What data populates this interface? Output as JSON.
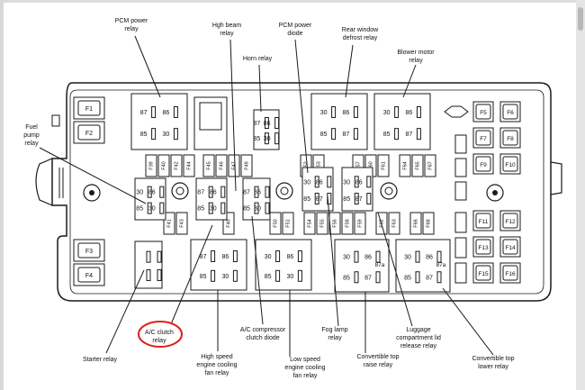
{
  "callouts": {
    "pcm_power_relay": [
      "PCM power",
      "relay"
    ],
    "high_beam_relay": [
      "Hgh beam",
      "relay"
    ],
    "pcm_power_diode": [
      "PCM power",
      "diode"
    ],
    "rear_window_defrost_relay": [
      "Rear window",
      "defrost relay"
    ],
    "blower_motor_relay": [
      "Blower motor",
      "relay"
    ],
    "horn_relay": [
      "Horn relay"
    ],
    "fuel_pump_relay": [
      "Fuel",
      "pump",
      "relay"
    ],
    "ac_clutch_relay": [
      "A/C clutch",
      "relay"
    ],
    "starter_relay": [
      "Starter relay"
    ],
    "high_speed_fan_relay": [
      "High speed",
      "engine cooling",
      "fan relay"
    ],
    "ac_compressor_clutch_diode": [
      "A/C compressor",
      "clutch diode"
    ],
    "low_speed_fan_relay": [
      "Low speed",
      "engine cooling",
      "fan relay"
    ],
    "fog_lamp_relay": [
      "Fog lamp",
      "relay"
    ],
    "convertible_top_raise_relay": [
      "Convertible top",
      "raise relay"
    ],
    "luggage_lid_release_relay": [
      "Luggage",
      "compartment lid",
      "release relay"
    ],
    "convertible_top_lower_relay": [
      "Convertible top",
      "lower relay"
    ]
  },
  "fuse_labels": {
    "left_top": [
      "F1",
      "F2"
    ],
    "left_bottom": [
      "F3",
      "F4"
    ],
    "right_top": [
      "F5",
      "F6",
      "F7",
      "F8",
      "F9",
      "F10"
    ],
    "right_bottom": [
      "F11",
      "F12",
      "F13",
      "F14",
      "F15",
      "F16"
    ],
    "row_upper": [
      "F39",
      "F40",
      "F42",
      "F44",
      "F45",
      "F46",
      "F47",
      "F48",
      "F52",
      "F53",
      "F57",
      "F60",
      "F61",
      "F64",
      "F65",
      "F67"
    ],
    "row_lower": [
      "F41",
      "F43",
      "F49",
      "F50",
      "F51",
      "F54",
      "F55",
      "F56",
      "F58",
      "F59",
      "F62",
      "F63",
      "F66",
      "F68"
    ]
  },
  "pin_labels": {
    "row1": [
      "87",
      "86"
    ],
    "row2": [
      "85",
      "30"
    ],
    "row3": [
      "30",
      "86"
    ],
    "row4": [
      "85",
      "87"
    ],
    "pin_87a": "87a"
  },
  "highlight": {
    "target": "A/C clutch relay",
    "color": "#e0201c"
  },
  "colors": {
    "line": "#1a1a1a",
    "fill": "#ffffff",
    "scrollbar": "#b8b8b8"
  }
}
